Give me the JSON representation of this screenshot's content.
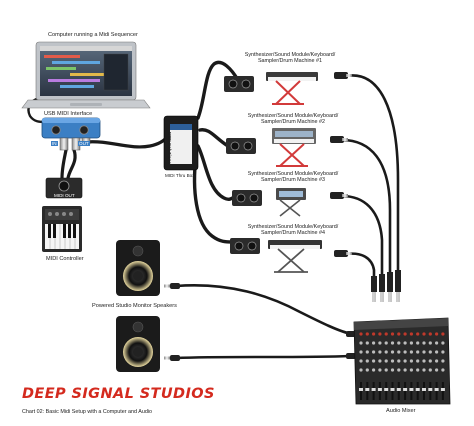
{
  "computer": {
    "label": "Computer running a Midi Sequencer"
  },
  "usb_interface": {
    "label": "USB MIDI Interface",
    "port_labels": [
      "IN",
      "OUT"
    ]
  },
  "midi_out": {
    "label": "MIDI OUT"
  },
  "midi_controller": {
    "label": "MIDI Controller"
  },
  "thru_box": {
    "label": "MIDI Thru Box",
    "brand_text": "MIDI Solutions"
  },
  "synths": [
    {
      "label_line1": "Synthesizer/Sound Module/Keyboard/",
      "label_line2": "Sampler/Drum Machine #1"
    },
    {
      "label_line1": "Synthesizer/Sound Module/Keyboard/",
      "label_line2": "Sampler/Drum Machine #2"
    },
    {
      "label_line1": "Synthesizer/Sound Module/Keyboard/",
      "label_line2": "Sampler/Drum Machine #3"
    },
    {
      "label_line1": "Synthesizer/Sound Module/Keyboard/",
      "label_line2": "Sampler/Drum Machine #4"
    }
  ],
  "speakers": {
    "label": "Powered Studio Monitor Speakers"
  },
  "mixer": {
    "label": "Audio Mixer"
  },
  "brand": {
    "name": "DEEP SIGNAL STUDIOS"
  },
  "caption": {
    "text": "Chart 02: Basic Midi Setup with a Computer and Audio"
  },
  "colors": {
    "brand_red": "#d42a1e",
    "cable": "#1a1a1a",
    "interface_blue": "#3b7fc4",
    "chrome": "#c8c8c8"
  }
}
